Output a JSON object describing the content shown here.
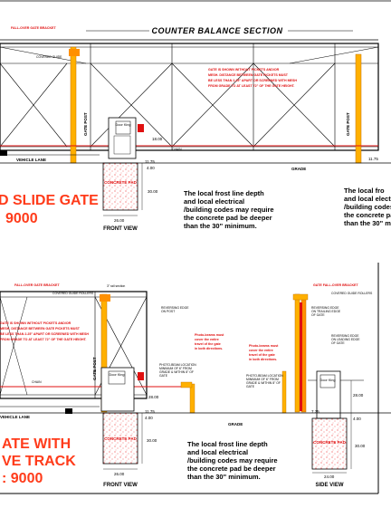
{
  "top": {
    "section_title": "COUNTER BALANCE SECTION",
    "fall_over_label": "FALL-OVER GATE BRACKET",
    "covered_guide": "COVERED GUIDE",
    "picket_note": [
      "GATE IS SHOWN WITHOUT PICKETS AND/OR",
      "MESH. DISTANCE BETWEEN GATE PICKETS MUST",
      "BE LESS THAN 2.25\" APART OR SCREENED WITH MESH",
      "FROM GRADE TO AT LEAST 72\" OF THE GATE HEIGHT."
    ],
    "gate_post_left": "GATE POST",
    "gate_post_right": "GATE POST",
    "chain": "CHAIN",
    "vehicle_lane": "VEHICLE LANE",
    "grade": "GRADE",
    "opener": "Door King",
    "pad": "CONCRETE PAD",
    "dim_a": "11.75",
    "dim_b": "4.00",
    "dim_c": "18.00",
    "dim_d": "30.00",
    "dim_e": "26.00",
    "dim_f": "11.75",
    "front_view": "FRONT VIEW",
    "title_line1": "D SLIDE GATE",
    "title_line2": "9000",
    "note_lines": [
      "The local frost line depth",
      "and local electrical",
      "/building codes may require",
      "the concrete pad be deeper",
      "than the  30\" minimum."
    ],
    "note_right_lines": [
      "The local fro",
      "and local elect",
      "/building codes",
      "the concrete pa",
      "than the  30\" m"
    ]
  },
  "bottom": {
    "section_label": "3\" rail section",
    "fall_over_label": "FALL-OVER GATE BRACKET",
    "covered_guide": "COVERED GUIDE ROLLERS",
    "fall_over_label_right": "GATE FALL-OVER BRACKET",
    "covered_guide_right": "COVERED GUIDE ROLLERS",
    "picket_note": [
      "GATE IS SHOWN WITHOUT PICKETS AND/OR",
      "MESH. DISTANCE BETWEEN GATE PICKETS MUST",
      "BE LESS THAN 2.25\" APART OR SCREENED WITH MESH",
      "FROM GRADE TO AT LEAST 72\" OF THE GATE HEIGHT."
    ],
    "photo_beam_note": [
      "Photo-beams must",
      "cover the entire",
      "travel of the gate",
      "in both directions."
    ],
    "photo_beam_note_right": [
      "Photo-beams must",
      "cover the entire",
      "travel of the gate",
      "in both directions."
    ],
    "photo_location": [
      "PHOTO-BEAM LOCATION",
      "MINIMUM OF 6\" FROM",
      "GRADE & WITHIN 8\" OF",
      "GATE"
    ],
    "reversing_edge": [
      "REVERSING EDGE",
      "ON POST"
    ],
    "reversing_edge_2": [
      "REVERSING EDGE",
      "ON TRAILING EDGE",
      "OF GATE"
    ],
    "reversing_edge_3": [
      "REVERSING EDGE",
      "ON LEADING EDGE",
      "OF GATE"
    ],
    "gate_post": "GATE POST",
    "chain": "CHAIN",
    "vehicle_lane": "VEHICLE LANE",
    "grade": "GRADE",
    "opener": "Door King",
    "pad": "CONCRETE PAD",
    "dim_a": "11.75",
    "dim_b": "4.00",
    "dim_c": "28.00",
    "dim_d": "30.00",
    "dim_e": "26.00",
    "dim_f": "24.00",
    "dim_g": "7.75",
    "dim_h": "28.00",
    "dim_i": "4.00",
    "dim_j": "30.00",
    "front_view": "FRONT VIEW",
    "side_view": "SIDE VIEW",
    "title_line1": "ATE WITH",
    "title_line2": "VE TRACK",
    "title_line3": ": 9000",
    "note_lines": [
      "The local frost line depth",
      "and local electrical",
      "/building codes may require",
      "the concrete pad be deeper",
      "than the  30\" minimum."
    ]
  }
}
